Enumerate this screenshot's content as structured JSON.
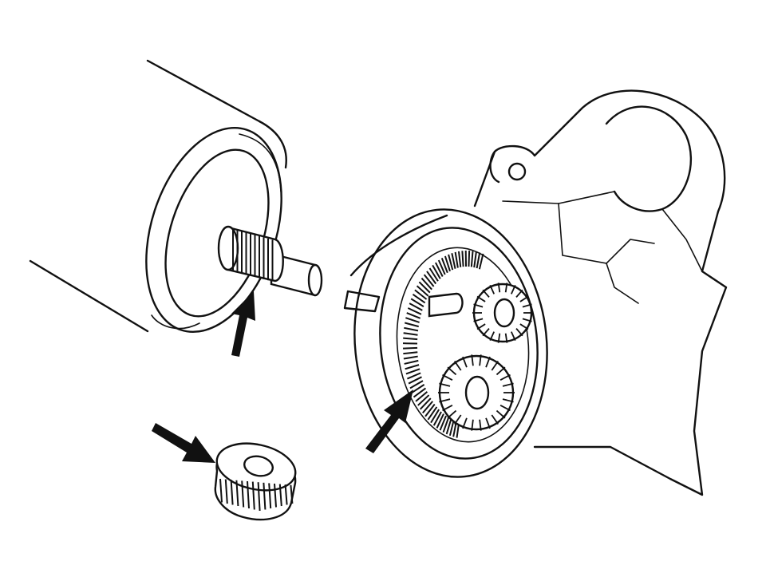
{
  "diagram": {
    "parts": [
      {
        "id": "motor-armature-housing",
        "label": ""
      },
      {
        "id": "armature-shaft-spline",
        "label": ""
      },
      {
        "id": "sun-gear",
        "label": ""
      },
      {
        "id": "planetary-gear-housing",
        "label": ""
      },
      {
        "id": "ring-gear",
        "label": ""
      },
      {
        "id": "planet-gears",
        "label": ""
      }
    ],
    "arrows": [
      {
        "id": "arrow-to-shaft-spline",
        "points_to": "armature-shaft-spline"
      },
      {
        "id": "arrow-to-sun-gear",
        "points_to": "sun-gear"
      },
      {
        "id": "arrow-to-ring-gear",
        "points_to": "ring-gear"
      }
    ],
    "colors": {
      "line": "#111111",
      "background": "#ffffff"
    }
  }
}
